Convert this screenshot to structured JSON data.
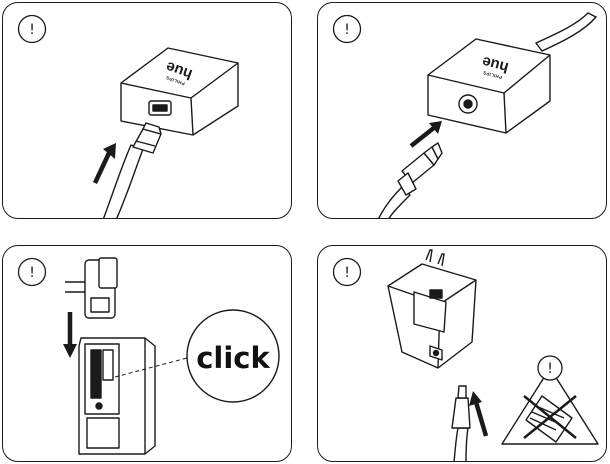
{
  "warning_symbol": "!",
  "brand": {
    "top": "PHILIPS",
    "name": "hue"
  },
  "click_label": "click",
  "panels": [
    {
      "id": 1,
      "subject": "hue controller, USB cable inserted"
    },
    {
      "id": 2,
      "subject": "hue controller, DC barrel plug inserted"
    },
    {
      "id": 3,
      "subject": "plug adapter clicked onto power supply"
    },
    {
      "id": 4,
      "subject": "power supply with DC plug and warning"
    }
  ]
}
